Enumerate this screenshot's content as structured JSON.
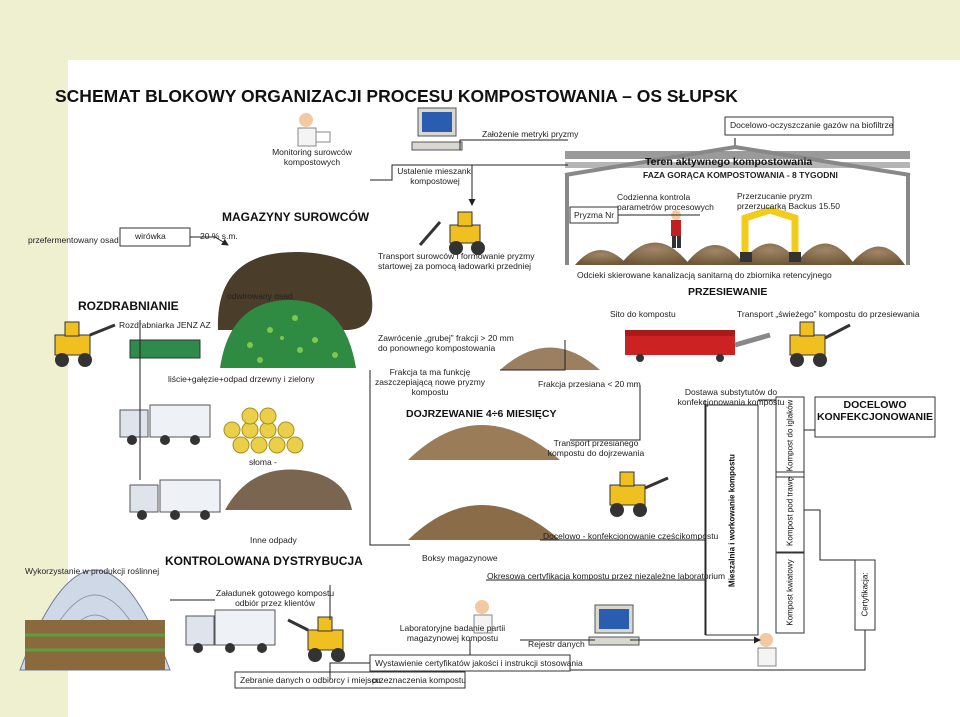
{
  "title": "SCHEMAT BLOKOWY ORGANIZACJI   PROCESU KOMPOSTOWANIA – OS SŁUPSK",
  "labels": {
    "monitoring": "Monitoring surowców kompostowych",
    "ustalenie": "Ustalenie mieszanki kompostowej",
    "zalozenie": "Założenie metryki pryzmy",
    "docelowo_gazy": "Docelowo-oczyszczanie gazów na biofiltrze",
    "teren": "Teren aktywnego kompostowania",
    "faza": "FAZA GORĄCA KOMPOSTOWANIA - 8 TYGODNI",
    "codzienna": "Codzienna kontrola parametrów procesowych",
    "przerzucanie": "Przerzucanie pryzm przerzucarką Backus 15.50",
    "pryzma": "Pryzma Nr",
    "przefermentowany": "przefermentowany osad",
    "wirowka": "wirówka",
    "procent": "20 % s.m.",
    "magazyny": "MAGAZYNY SUROWCÓW",
    "transport_surowcow": "Transport surowców i formowanie pryzmy startowej za pomocą ładowarki przedniej",
    "odcieki": "Odcieki skierowane kanalizacją sanitarną do zbiornika retencyjnego",
    "odwirowany": "odwirowany osad",
    "rozdrabnianie": "ROZDRABNIANIE",
    "przesiewanie": "PRZESIEWANIE",
    "sito": "Sito do kompostu",
    "transport_swiezego": "Transport „świeżego” kompostu do przesiewania",
    "rozdrabniarka": "Rozdrabniarka JENZ AZ",
    "zawrocenie": "Zawrócenie „grubej” frakcji > 20 mm do ponownego kompostowania",
    "liscie": "liście+gałęzie+odpad drzewny i  zielony",
    "frakcja_zaszczep": "Frakcja ta ma funkcję zaszczepiającą nowe pryzmy kompostu",
    "frakcja_przesiana": "Frakcja przesiana < 20 mm",
    "dostawa": "Dostawa substytutów do konfekcjonowania kompostu",
    "docelowo_konf": "DOCELOWO KONFEKCJONOWANIE",
    "dojrzewanie": "DOJRZEWANIE 4÷6 MIESIĘCY",
    "kompost_iglakow": "Kompost do iglaków",
    "transport_przesianego": "Transport przesianego kompostu do dojrzewania",
    "sloma": "słoma -",
    "mieszalnia": "Mieszalnia i workowanie  kompostu",
    "kompost_trawe": "Kompost pod trawę",
    "inne": "Inne odpady",
    "docelowo_czesci": "Docelowo - konfekcjonowanie częścikompostu",
    "wykorzystanie": "Wykorzystanie w produkcji roślinnej",
    "kontrolowana": "KONTROLOWANA DYSTRYBUCJA",
    "boksy": "Boksy magazynowe",
    "okresowa": "Okresowa certyfikacja kompostu przez niezależne laboratorium",
    "kompost_kwiatowy": "Kompost kwiatowy",
    "certyfikacja": "Certyfikacja:",
    "zaladunek": "Załadunek gotowego kompostu odbiór przez klientów",
    "laboratoryjne": "Laboratoryjne badanie partii magazynowej  kompostu",
    "rejestr": "Rejestr danych",
    "wystawienie": "Wystawienie certyfikatów jakości i instrukcji stosowania",
    "zebranie": "Zebranie danych o odbiorcy i miejscu",
    "przeznaczenia": "przeznaczenia kompostu"
  },
  "colors": {
    "pile": "#8b7355",
    "pile_dark": "#6e5638",
    "loader": "#f0c020",
    "hall": "#8a8a8a",
    "screen": "#cc2222",
    "green": "#1f7a3a",
    "straw": "#e8d24a",
    "band": "#eef0cf"
  }
}
